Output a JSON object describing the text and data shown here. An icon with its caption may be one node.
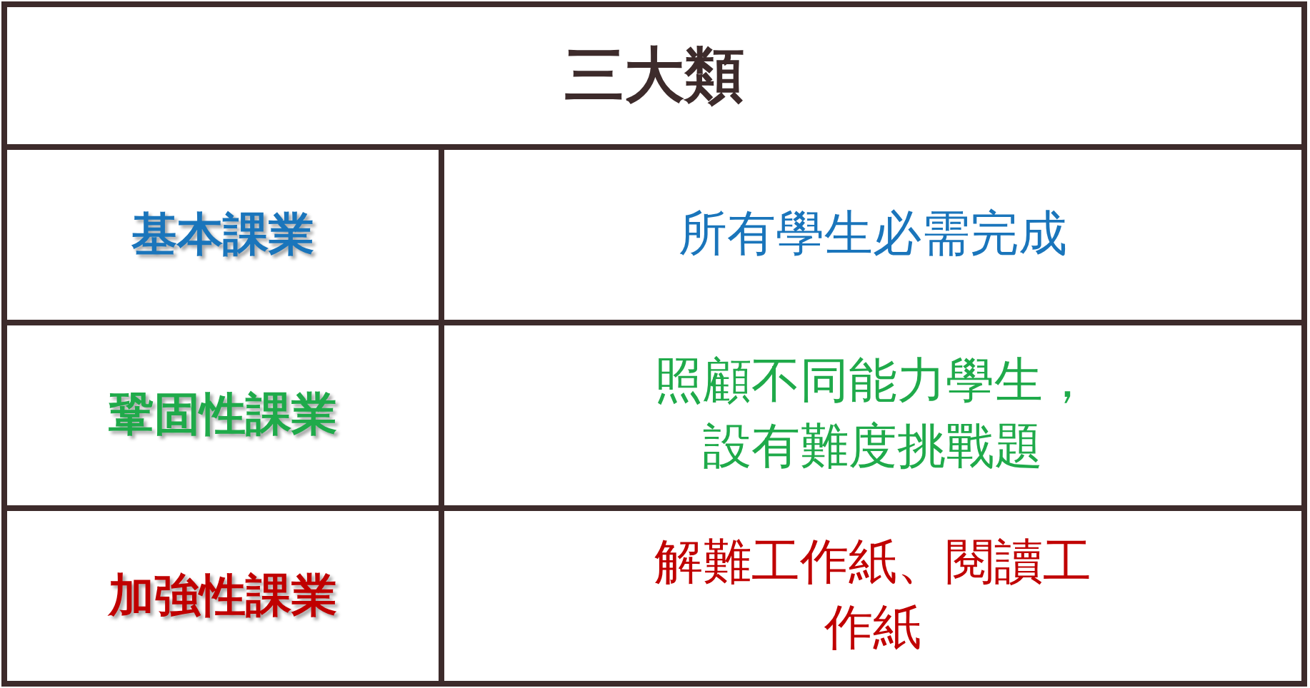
{
  "diagram": {
    "labels": [
      "三大類",
      "基本課業",
      "所有學生必需完成",
      "鞏固性課業",
      "照顧不同能力學生，設有難度挑戰題",
      "加強性課業",
      "解難工作紙、閱讀工作紙"
    ]
  }
}
